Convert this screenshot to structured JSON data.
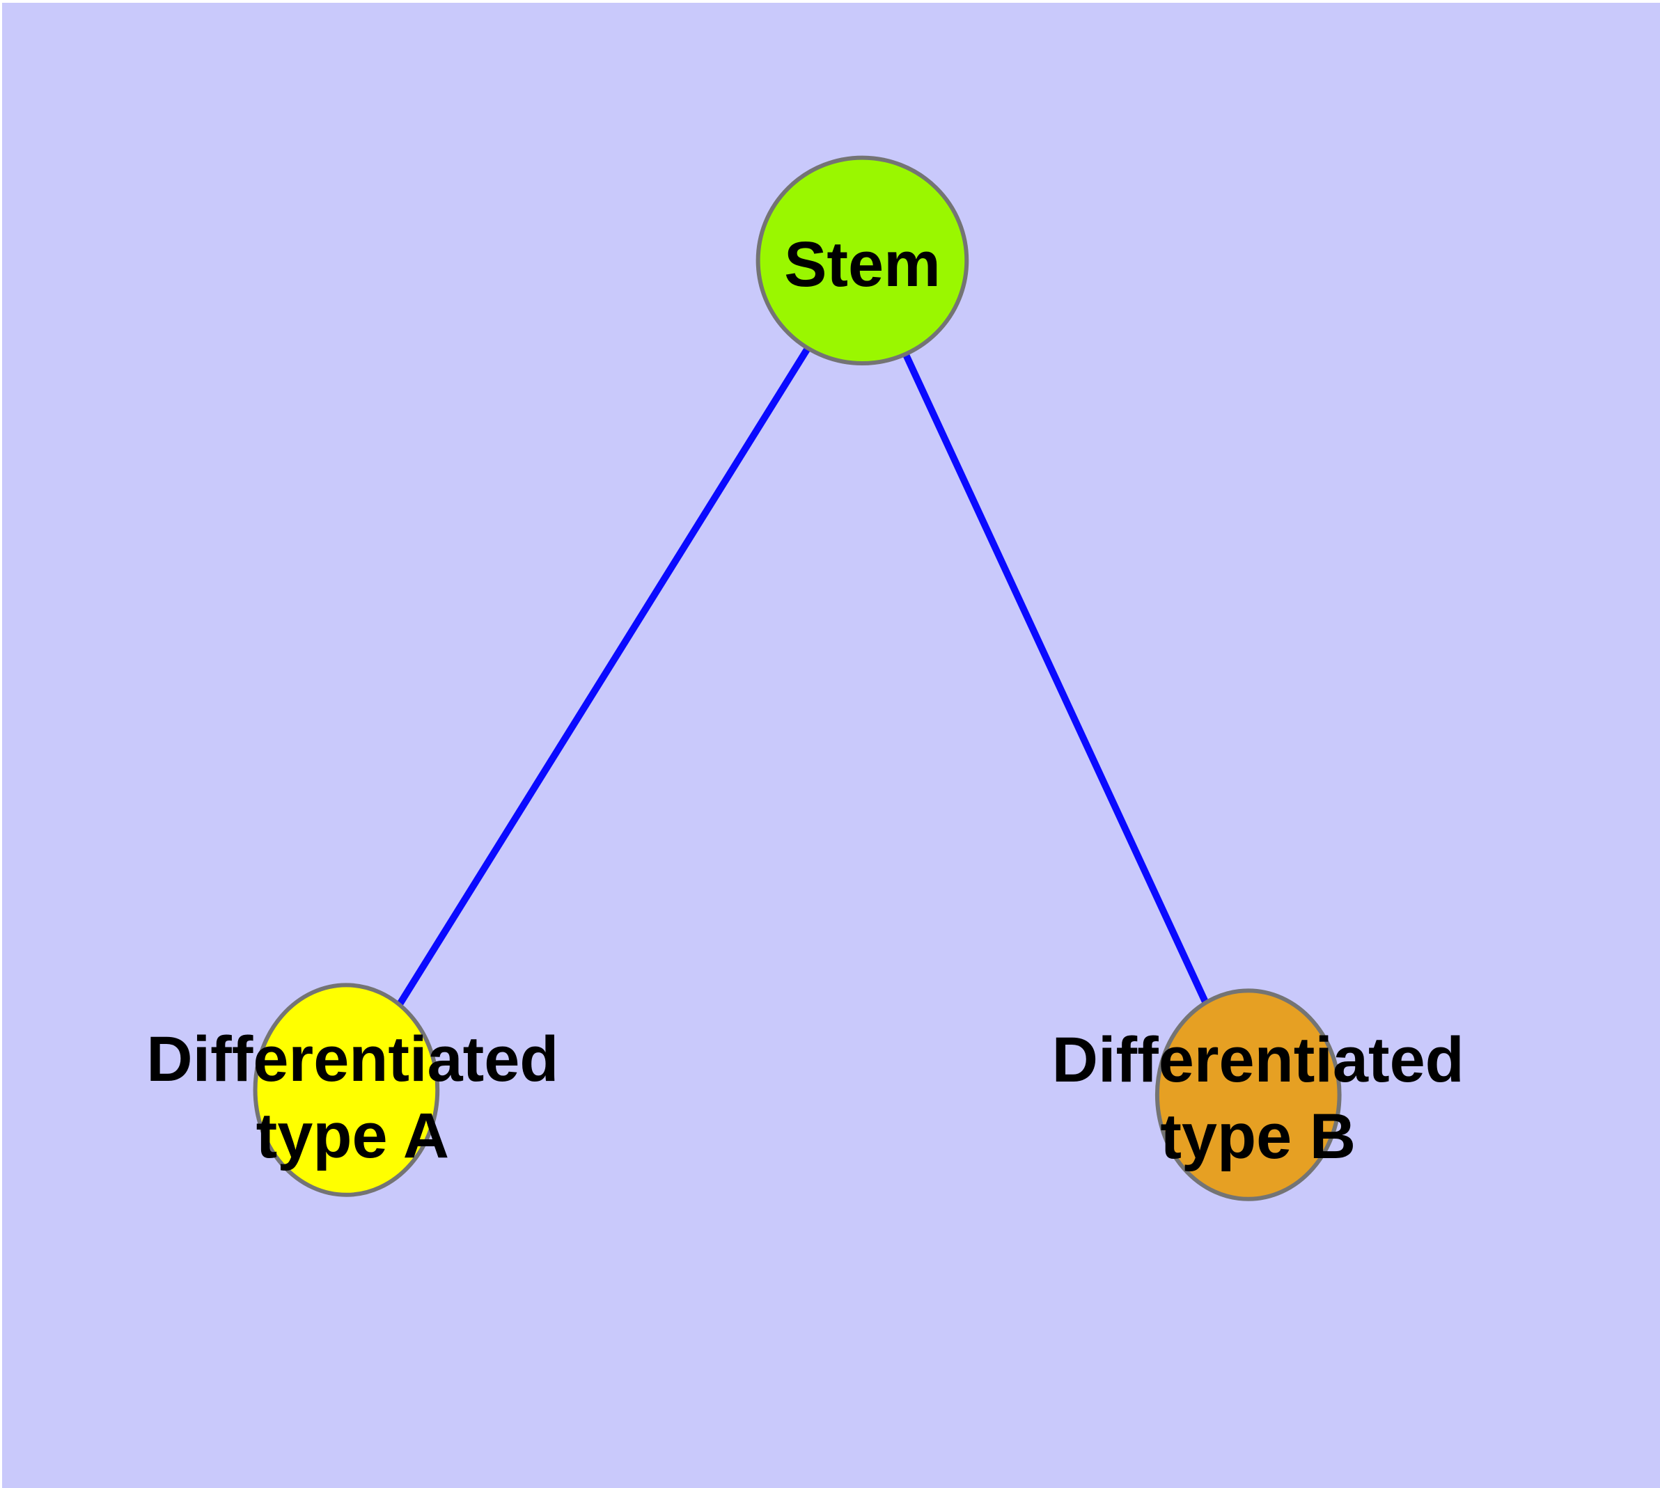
{
  "diagram": {
    "background_color": "#C9C9FB",
    "page_margin_color": "#FFFFFF",
    "edge_color": "#0A0AFF",
    "node_border_color": "#747474",
    "label_color": "#000000",
    "nodes": [
      {
        "id": "stem",
        "label": "Stem",
        "fill_color": "#9AF700"
      },
      {
        "id": "differentiated-type-a",
        "label": "Differentiated type A",
        "label_line1": "Differentiated",
        "label_line2": "type A",
        "fill_color": "#FFFF00"
      },
      {
        "id": "differentiated-type-b",
        "label": "Differentiated type B",
        "label_line1": "Differentiated",
        "label_line2": "type B",
        "fill_color": "#E6A023"
      }
    ],
    "edges": [
      {
        "from": "Stem",
        "to": "Differentiated type A"
      },
      {
        "from": "Stem",
        "to": "Differentiated type B"
      }
    ]
  }
}
